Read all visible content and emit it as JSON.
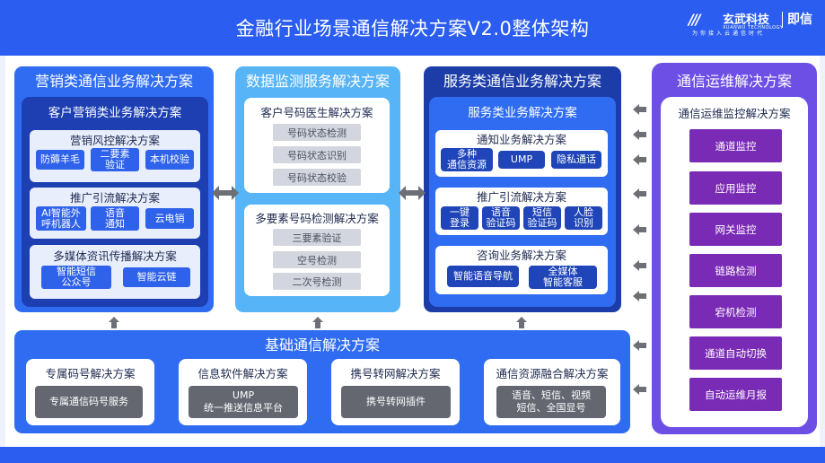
{
  "header": {
    "title": "金融行业场景通信解决方案V2.0整体架构",
    "logo": {
      "mark": "///",
      "name": "玄武科技",
      "name_en": "XUANWU TECHNOLOGY",
      "brand": "即信",
      "slogan": "为你接入云通信时代"
    }
  },
  "marketing": {
    "title": "营销类通信业务解决方案",
    "sub_title": "客户营销类业务解决方案",
    "groups": [
      {
        "title": "营销风控解决方案",
        "items": [
          "防薅羊毛",
          "二要素\n验证",
          "本机校验"
        ]
      },
      {
        "title": "推广引流解决方案",
        "items": [
          "AI智能外\n呼机器人",
          "语音\n通知",
          "云电销"
        ]
      },
      {
        "title": "多媒体资讯传播解决方案",
        "items": [
          "智能短信\n公众号",
          "智能云链"
        ]
      }
    ]
  },
  "monitoring": {
    "title": "数据监测服务解决方案",
    "groups": [
      {
        "title": "客户号码医生解决方案",
        "items": [
          "号码状态检测",
          "号码状态识别",
          "号码状态校验"
        ]
      },
      {
        "title": "多要素号码检测解决方案",
        "items": [
          "三要素验证",
          "空号检测",
          "二次号检测"
        ]
      }
    ]
  },
  "service": {
    "title": "服务类通信业务解决方案",
    "sub_title": "服务类业务解决方案",
    "groups": [
      {
        "title": "通知业务解决方案",
        "items": [
          "多种\n通信资源",
          "UMP",
          "隐私通话"
        ]
      },
      {
        "title": "推广引流解决方案",
        "items": [
          "一键\n登录",
          "语音\n验证码",
          "短信\n验证码",
          "人脸\n识别"
        ]
      },
      {
        "title": "咨询业务解决方案",
        "items": [
          "智能语音导航",
          "全媒体\n智能客服"
        ]
      }
    ]
  },
  "ops": {
    "title": "通信运维解决方案",
    "sub_title": "通信运维监控解决方案",
    "items": [
      "通道监控",
      "应用监控",
      "网关监控",
      "链路检测",
      "宕机检测",
      "通道自动切换",
      "自动运维月报"
    ]
  },
  "base": {
    "title": "基础通信解决方案",
    "groups": [
      {
        "title": "专属码号解决方案",
        "item": "专属通信码号服务"
      },
      {
        "title": "信息软件解决方案",
        "item": "UMP\n统一推送信息平台"
      },
      {
        "title": "携号转网解决方案",
        "item": "携号转网插件"
      },
      {
        "title": "通信资源融合解决方案",
        "item": "语音、短信、视频\n短信、全国显号"
      }
    ]
  },
  "colors": {
    "header": "#2b5df0",
    "panel_blue": "#2f6cf2",
    "panel_light": "#57b4f6",
    "panel_navy": "#1c3da8",
    "panel_purple": "#6d4fe6",
    "ops_item": "#7a2bb5",
    "arrow": "#6d6f76"
  }
}
